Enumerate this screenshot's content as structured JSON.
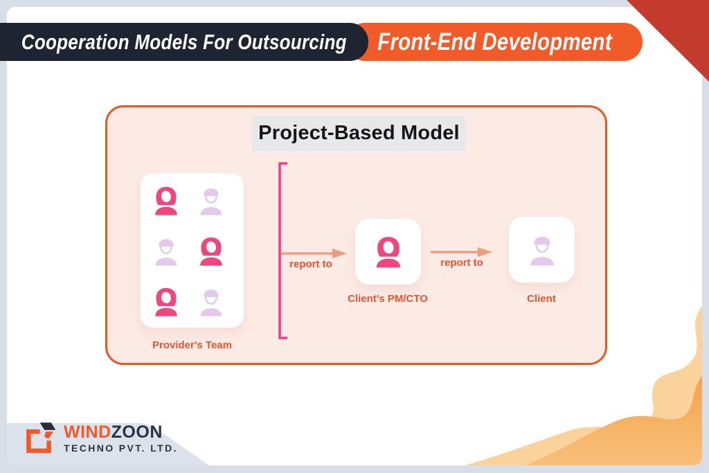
{
  "header": {
    "left_title": "Cooperation Models For Outsourcing",
    "right_title": "Front-End Development"
  },
  "diagram": {
    "title": "Project-Based Model",
    "team": {
      "label": "Provider's Team",
      "members": [
        "female-pink",
        "male-light",
        "male-light",
        "female-pink",
        "female-pink",
        "male-light"
      ]
    },
    "flow": [
      {
        "arrow_label": "report  to"
      },
      {
        "arrow_label": "report to"
      }
    ],
    "pm": {
      "label": "Client's PM/CTO",
      "icon": "female-pink"
    },
    "client": {
      "label": "Client",
      "icon": "male-light"
    }
  },
  "logo": {
    "name_part1": "WIND",
    "name_part2": "ZOON",
    "subtitle": "TECHNO PVT. LTD.",
    "mark": "windzoon-square-flag-icon"
  },
  "colors": {
    "page_background": "#d7dee7",
    "header_dark": "#1f2530",
    "header_orange": "#f15a29",
    "corner_triangle_red": "#c33b2c",
    "panel_background": "#fcebe4",
    "panel_border": "#ea5520",
    "title_chip_background": "#e6e8ea",
    "label_orange": "#e8542e",
    "bracket_pink": "#f23c8d",
    "arrow_salmon": "#f09b7e",
    "person_pink": "#f0457f",
    "person_lavender": "#e5c9ec",
    "logo_orange": "#f05a28",
    "logo_dark": "#2a3140",
    "wave_light": "#fbd29b",
    "wave_dark": "#f5ab57",
    "logo_backdrop_gray": "#dbe2ec"
  }
}
